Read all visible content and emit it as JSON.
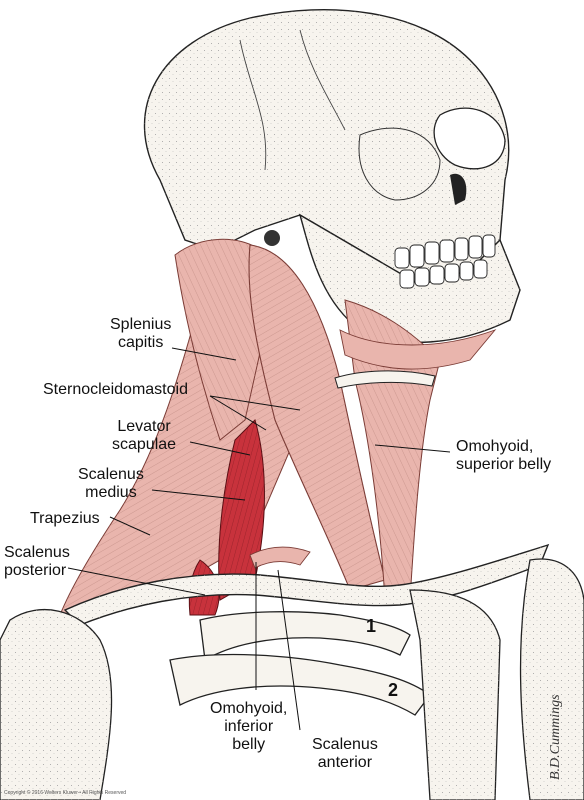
{
  "labels": {
    "splenius": [
      "Splenius",
      "capitis"
    ],
    "scm": [
      "Sternocleidomastoid"
    ],
    "levator": [
      "Levator",
      "scapulae"
    ],
    "scal_medius": [
      "Scalenus",
      "medius"
    ],
    "trapezius": [
      "Trapezius"
    ],
    "scal_post": [
      "Scalenus",
      "posterior"
    ],
    "omo_sup": [
      "Omohyoid,",
      "superior belly"
    ],
    "omo_inf": [
      "Omohyoid,",
      "inferior",
      "belly"
    ],
    "scal_ant": [
      "Scalenus",
      "anterior"
    ]
  },
  "ribs": {
    "first": "1",
    "second": "2"
  },
  "copyright": "Copyright © 2016 Wolters Kluwer • All Rights Reserved",
  "signature": "B.D.Cummings",
  "colors": {
    "muscle": "#e9b5ad",
    "muscle_deep": "#c8323c",
    "bone": "#f7f4ee",
    "line": "#222222"
  }
}
